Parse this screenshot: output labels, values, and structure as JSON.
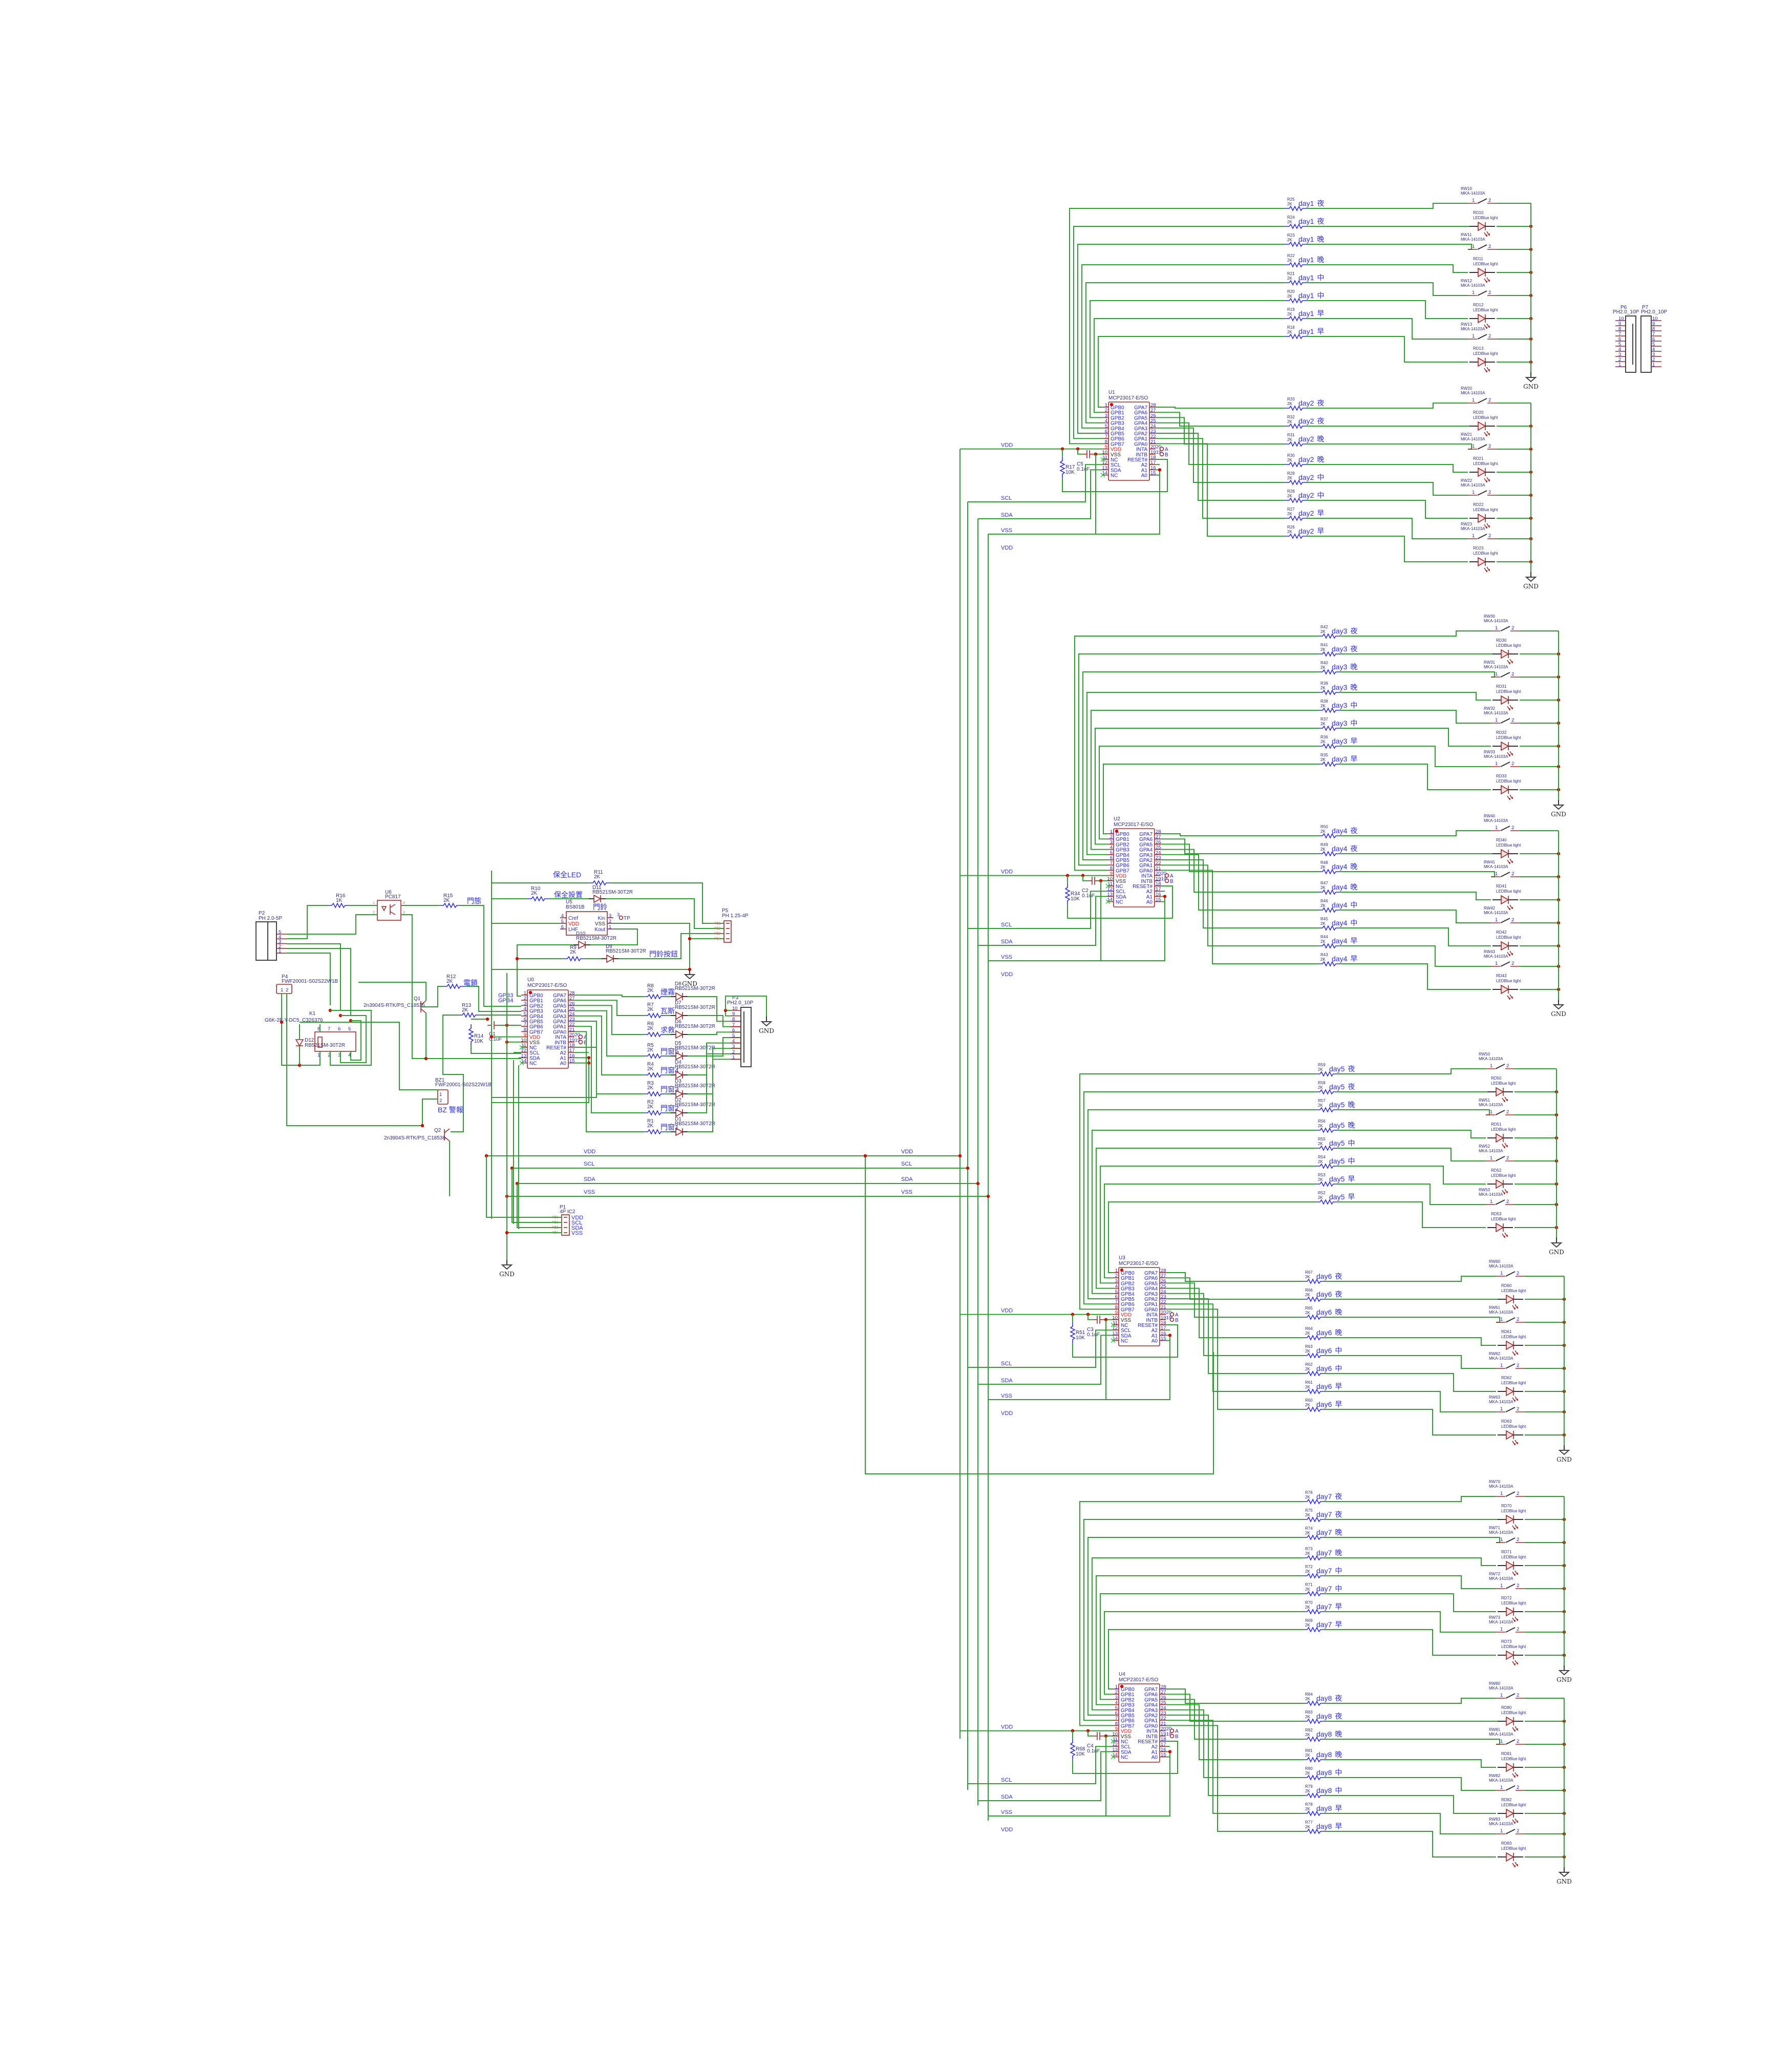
{
  "colors": {
    "wire": "#2ca02c",
    "component": "#a52a2a",
    "pin_text": "#2222ee",
    "label_text": "#2b2b8c",
    "junction": "#e00000",
    "vdd_pin": "#ee1111"
  },
  "gnd": "GND",
  "bus": {
    "vdd": "VDD",
    "scl": "SCL",
    "sda": "SDA",
    "vss": "VSS"
  },
  "resistor_value": "2K",
  "switch_part": "MKA-14103A",
  "led_part": "LEDBlue light",
  "switch_pins": [
    "1",
    "2"
  ],
  "slot_labels": [
    "夜",
    "夜",
    "晚",
    "晚",
    "中",
    "中",
    "早",
    "早"
  ],
  "mcp23017": {
    "left_pins": [
      "GPB0",
      "GPB1",
      "GPB2",
      "GPB3",
      "GPB4",
      "GPB5",
      "GPB6",
      "GPB7",
      "VDD",
      "VSS",
      "NC",
      "SCL",
      "SDA",
      "NC"
    ],
    "left_nums": [
      "1",
      "2",
      "3",
      "4",
      "5",
      "6",
      "7",
      "8",
      "9",
      "10",
      "11",
      "12",
      "13",
      "14"
    ],
    "right_pins": [
      "GPA7",
      "GPA6",
      "GPA5",
      "GPA4",
      "GPA3",
      "GPA2",
      "GPA1",
      "GPA0",
      "INTA",
      "INTB",
      "RESET#",
      "A2",
      "A1",
      "A0"
    ],
    "right_nums": [
      "28",
      "27",
      "26",
      "25",
      "24",
      "23",
      "22",
      "21",
      "2020",
      "1919",
      "18",
      "17",
      "16",
      "15"
    ],
    "int_tags": [
      "A",
      "B"
    ]
  },
  "chips": [
    {
      "ref": "U1",
      "part": "MCP23017-E/SO",
      "cap": "C5",
      "cap_value": "0.1uF",
      "pullup": "R17",
      "pullup_value": "10K"
    },
    {
      "ref": "U2",
      "part": "MCP23017-E/SO",
      "cap": "C2",
      "cap_value": "0.1uF",
      "pullup": "R34",
      "pullup_value": "10K"
    },
    {
      "ref": "U3",
      "part": "MCP23017-E/SO",
      "cap": "C3",
      "cap_value": "0.1uF",
      "pullup": "R51",
      "pullup_value": "10K"
    },
    {
      "ref": "U4",
      "part": "MCP23017-E/SO",
      "cap": "C4",
      "cap_value": "0.1uF",
      "pullup": "R68",
      "pullup_value": "10K"
    }
  ],
  "day_blocks": [
    {
      "label": "day1",
      "resistors": [
        "R25",
        "R24",
        "R23",
        "R22",
        "R21",
        "R20",
        "R19",
        "R18"
      ],
      "switches": [
        "RW10",
        "RW11",
        "RW12",
        "RW13"
      ],
      "leds": [
        "RD10",
        "RD11",
        "RD12",
        "RD13"
      ]
    },
    {
      "label": "day2",
      "resistors": [
        "R33",
        "R32",
        "R31",
        "R30",
        "R29",
        "R28",
        "R27",
        "R26"
      ],
      "switches": [
        "RW20",
        "RW21",
        "RW22",
        "RW23"
      ],
      "leds": [
        "RD20",
        "RD21",
        "RD22",
        "RD23"
      ]
    },
    {
      "label": "day3",
      "resistors": [
        "R42",
        "R41",
        "R40",
        "R39",
        "R38",
        "R37",
        "R36",
        "R35"
      ],
      "switches": [
        "RW30",
        "RW31",
        "RW32",
        "RW33"
      ],
      "leds": [
        "RD30",
        "RD31",
        "RD32",
        "RD33"
      ]
    },
    {
      "label": "day4",
      "resistors": [
        "R50",
        "R49",
        "R48",
        "R47",
        "R46",
        "R45",
        "R44",
        "R43"
      ],
      "switches": [
        "RW40",
        "RW41",
        "RW42",
        "RW43"
      ],
      "leds": [
        "RD40",
        "RD41",
        "RD42",
        "RD43"
      ]
    },
    {
      "label": "day5",
      "resistors": [
        "R59",
        "R58",
        "R57",
        "R56",
        "R55",
        "R54",
        "R53",
        "R52"
      ],
      "switches": [
        "RW50",
        "RW51",
        "RW52",
        "RW53"
      ],
      "leds": [
        "RD50",
        "RD51",
        "RD52",
        "RD53"
      ]
    },
    {
      "label": "day6",
      "resistors": [
        "R67",
        "R66",
        "R65",
        "R64",
        "R63",
        "R62",
        "R61",
        "R60"
      ],
      "switches": [
        "RW60",
        "RW61",
        "RW62",
        "RW63"
      ],
      "leds": [
        "RD60",
        "RD61",
        "RD62",
        "RD63"
      ]
    },
    {
      "label": "day7",
      "resistors": [
        "R76",
        "R75",
        "R74",
        "R73",
        "R72",
        "R71",
        "R70",
        "R69"
      ],
      "switches": [
        "RW70",
        "RW71",
        "RW72",
        "RW73"
      ],
      "leds": [
        "RD70",
        "RD71",
        "RD72",
        "RD73"
      ]
    },
    {
      "label": "day8",
      "resistors": [
        "R84",
        "R83",
        "R82",
        "R81",
        "R80",
        "R79",
        "R78",
        "R77"
      ],
      "switches": [
        "RW80",
        "RW81",
        "RW82",
        "RW83"
      ],
      "leds": [
        "RD80",
        "RD81",
        "RD82",
        "RD83"
      ]
    }
  ],
  "left": {
    "p2": {
      "ref": "P2",
      "part": "PH 2.0-5P",
      "pins": [
        "5",
        "4",
        "3",
        "2",
        "1"
      ]
    },
    "r16": {
      "ref": "R16",
      "value": "1K"
    },
    "u6": {
      "ref": "U6",
      "part": "PC817",
      "pins": [
        "1",
        "2",
        "4",
        "3"
      ]
    },
    "r15": {
      "ref": "R15",
      "value": "2K"
    },
    "door_state": "門態",
    "p4": {
      "ref": "P4",
      "part": "FWF20001-S02S22W1B",
      "pins": [
        "1",
        "2"
      ]
    },
    "k1": {
      "ref": "K1",
      "part": "G6K-2F-Y-DC5_C326376",
      "pins_top": [
        "8",
        "7",
        "6",
        "5"
      ],
      "pins_bottom": [
        "1",
        "2",
        "3",
        "4"
      ]
    },
    "d12": {
      "ref": "D12",
      "part": "RB521SM-30T2R"
    },
    "q1": {
      "ref": "Q1",
      "part": "2n3904S-RTK/PS_C18536"
    },
    "r12": {
      "ref": "R12",
      "value": "2K"
    },
    "lock": "電鎖",
    "r13": {
      "ref": "R13",
      "value": "2K"
    },
    "r14": {
      "ref": "R14",
      "value": "10K"
    },
    "c1": {
      "ref": "C1",
      "value": "0.1uF"
    },
    "bz1": {
      "ref": "BZ1",
      "part": "FWF20001-S02S22W1B",
      "label": "BZ 警報",
      "pins": [
        "1",
        "2"
      ]
    },
    "q2": {
      "ref": "Q2",
      "part": "2n3904S-RTK/PS_C18536"
    },
    "gpb_tags": [
      "GPB3",
      "GPB4"
    ],
    "security_led": "保全LED",
    "r11": {
      "ref": "R11",
      "value": "2K"
    },
    "r10": {
      "ref": "R10",
      "value": "2K"
    },
    "security_set": "保全設置",
    "d11": {
      "ref": "D11",
      "part": "RB521SM-30T2R"
    },
    "u5": {
      "ref": "U5",
      "part": "BS801B",
      "left_pins": [
        "Cref",
        "VDD",
        "LHF"
      ],
      "left_nums": [
        "4",
        "5",
        "6"
      ],
      "right_pins": [
        "Kin",
        "VSS",
        "Kout"
      ],
      "right_nums": [
        "3",
        "2",
        "1"
      ],
      "tp": "TP",
      "tp_num": "3"
    },
    "doorbell": "門鈴",
    "d10": {
      "ref": "D10",
      "part": "RB521SM-30T2R"
    },
    "r9": {
      "ref": "R9",
      "value": "2K"
    },
    "d9": {
      "ref": "D9",
      "part": "RB521SM-30T2R"
    },
    "doorbell_button": "門鈴按鈕",
    "p5": {
      "ref": "P5",
      "part": "PH 1.25-4P",
      "pins": [
        "P$1",
        "P$2",
        "P$3",
        "P$4"
      ]
    },
    "u0": {
      "ref": "U0",
      "part": "MCP23017-E/SO"
    },
    "sensor_diode_part": "RB521SM-30T2R",
    "sensors": [
      {
        "r": "R8",
        "d": "D8",
        "label": "煙霧"
      },
      {
        "r": "R7",
        "d": "D7",
        "label": "瓦斯"
      },
      {
        "r": "R6",
        "d": "D6",
        "label": "求救"
      },
      {
        "r": "R5",
        "d": "D5",
        "label": "門窗5"
      },
      {
        "r": "R4",
        "d": "D4",
        "label": "門窗4"
      },
      {
        "r": "R3",
        "d": "D3",
        "label": "門窗3"
      },
      {
        "r": "R2",
        "d": "D2",
        "label": "門窗2"
      },
      {
        "r": "R1",
        "d": "D1",
        "label": "門窗1"
      }
    ],
    "p3": {
      "ref": "P3",
      "part": "PH2.0_10P"
    },
    "p1": {
      "ref": "P1",
      "part": "4P IC2",
      "pins": [
        "P$1",
        "P$2",
        "P$3",
        "P$4"
      ],
      "signals": [
        "VDD",
        "SCL",
        "SDA",
        "VSS"
      ]
    }
  },
  "header_pins": [
    "10",
    "9",
    "8",
    "7",
    "6",
    "5",
    "4",
    "3",
    "2",
    "1"
  ],
  "connectors_right": [
    {
      "ref": "P6",
      "part": "PH2.0_10P"
    },
    {
      "ref": "P7",
      "part": "PH2.0_10P"
    }
  ]
}
